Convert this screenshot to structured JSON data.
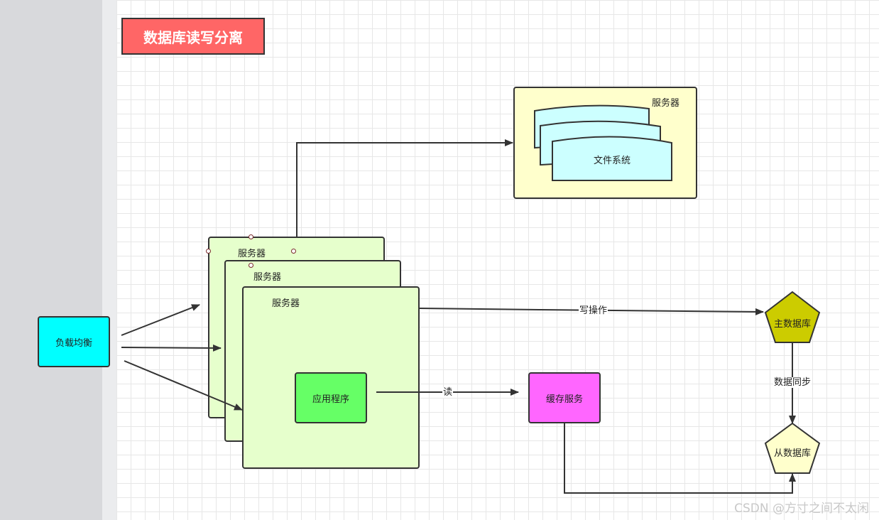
{
  "title": "数据库读写分离",
  "nodes": {
    "load_balancer": "负载均衡",
    "file_server": {
      "label": "服务器",
      "fs_label": "文件系统"
    },
    "app_servers": [
      "服务器",
      "服务器",
      "服务器"
    ],
    "application": "应用程序",
    "cache": "缓存服务",
    "master_db": "主数据库",
    "slave_db": "从数据库"
  },
  "edges": {
    "write": "写操作",
    "read": "读",
    "sync": "数据同步"
  },
  "colors": {
    "title_bg": "#ff6666",
    "load_balancer": "#00ffff",
    "file_server": "#ffffcc",
    "file_system": "#ccffff",
    "app_server": "#e6ffcc",
    "application": "#66ff66",
    "cache": "#ff66ff",
    "master_db": "#cccc00",
    "slave_db": "#ffffcc"
  },
  "watermark": "CSDN @方寸之间不太闲"
}
